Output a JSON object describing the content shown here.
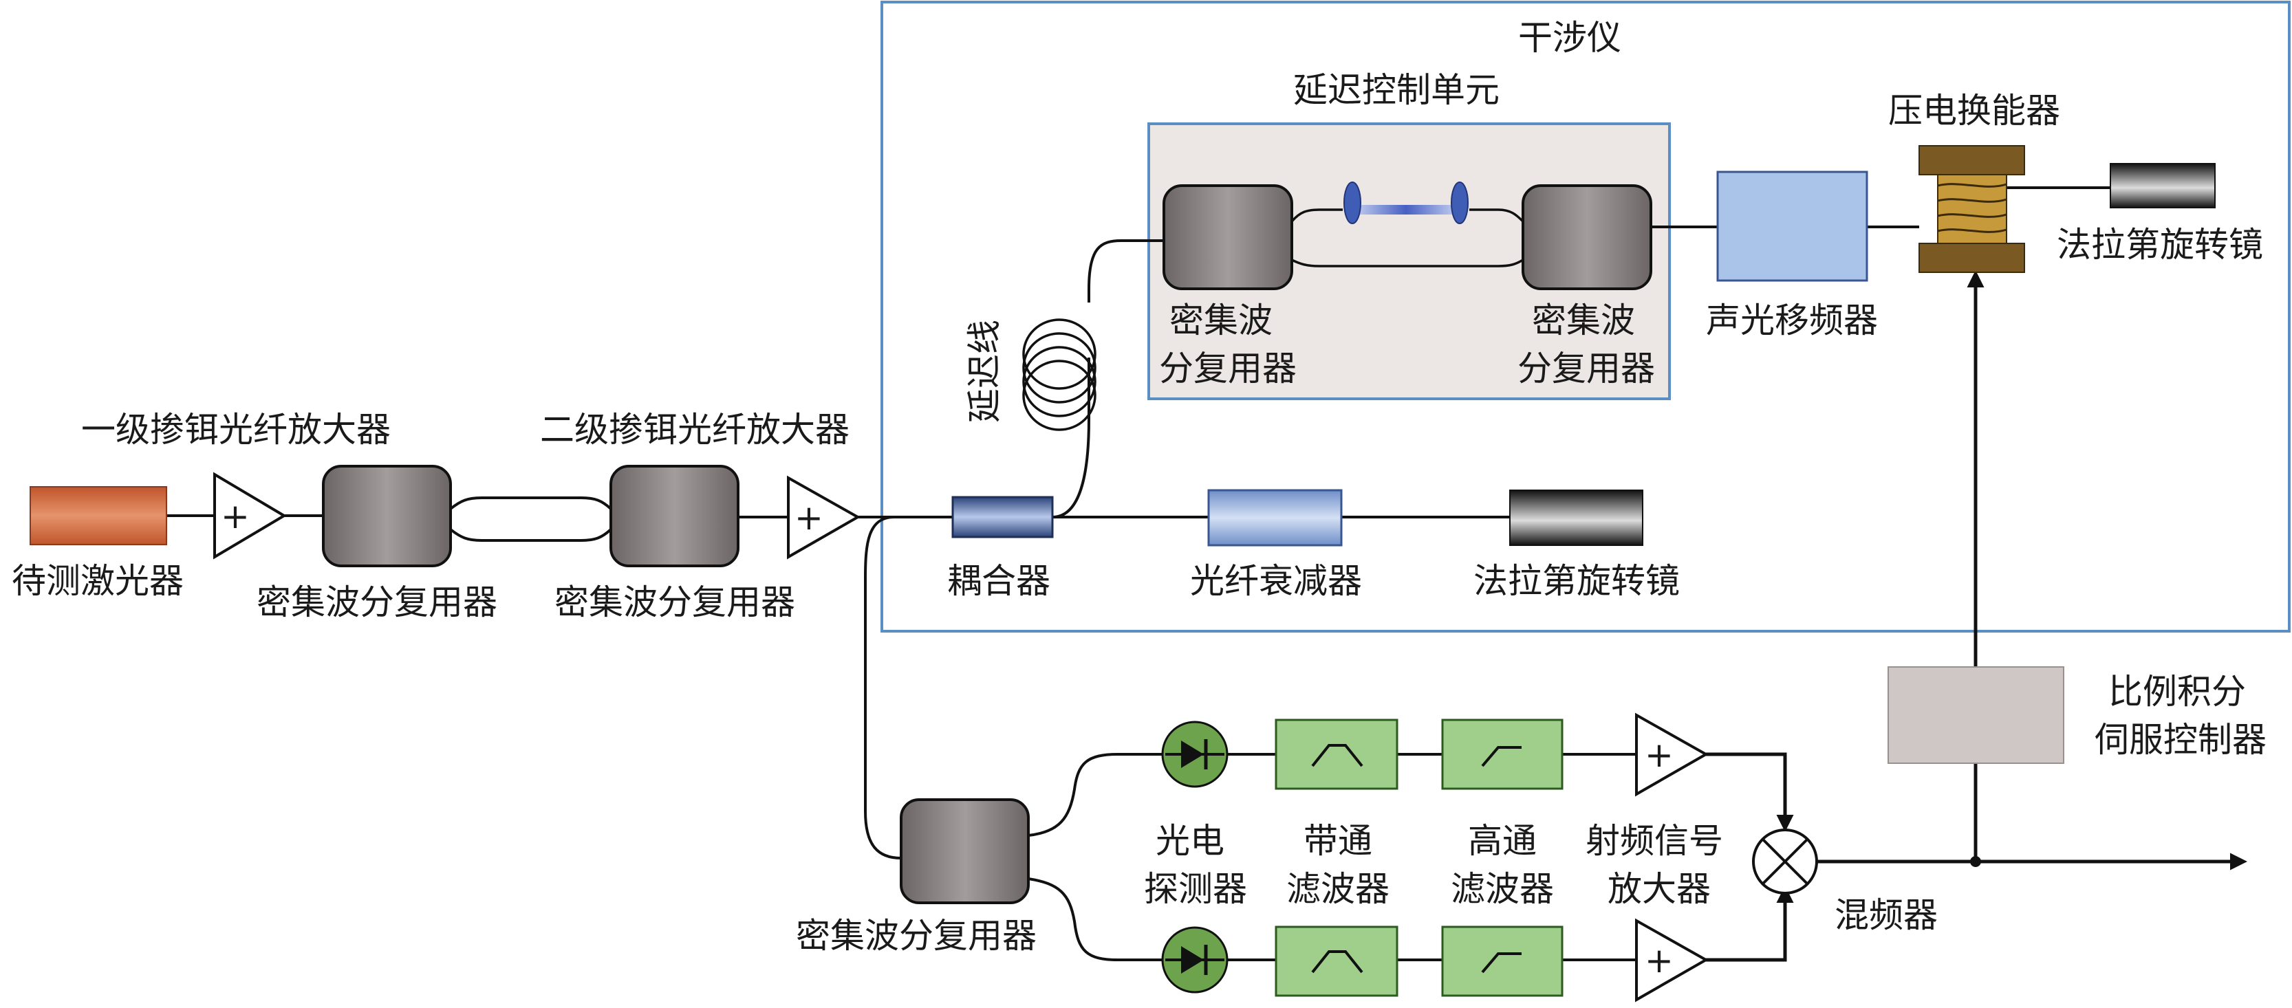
{
  "title": "干涉仪",
  "delay_unit_title": "延迟控制单元",
  "labels": {
    "laser_under_test": "待测激光器",
    "edfa1": "一级掺铒光纤放大器",
    "edfa2": "二级掺铒光纤放大器",
    "dwdm_1": "密集波分复用器",
    "dwdm_2": "密集波分复用器",
    "delay_line": "延迟线",
    "coupler": "耦合器",
    "dwdm_a_l1": "密集波",
    "dwdm_a_l2": "分复用器",
    "dwdm_b_l1": "密集波",
    "dwdm_b_l2": "分复用器",
    "aom": "声光移频器",
    "pzt": "压电换能器",
    "frm_top": "法拉第旋转镜",
    "attenuator": "光纤衰减器",
    "frm_bottom": "法拉第旋转镜",
    "pi_l1": "比例积分",
    "pi_l2": "伺服控制器",
    "dwdm_bottom": "密集波分复用器",
    "pd_l1": "光电",
    "pd_l2": "探测器",
    "bpf_l1": "带通",
    "bpf_l2": "滤波器",
    "hpf_l1": "高通",
    "hpf_l2": "滤波器",
    "rfamp_l1": "射频信号",
    "rfamp_l2": "放大器",
    "mixer": "混频器"
  },
  "symbols": {
    "amplifier_sign": "+"
  },
  "colors": {
    "laser": "#d26a3f",
    "dwdm": "#8e8a8a",
    "frame": "#5b8fc4",
    "delay_panel": "#ece7e4",
    "aom": "#a9c4e8",
    "pzt_plates": "#7a5a22",
    "pzt_core": "#c69a3a",
    "photodiode": "#6da34d",
    "filter": "#9fcf8a",
    "pi_controller": "#cfc6c6",
    "coupler": "#4e6ea6",
    "lens": "#3f5db5"
  }
}
